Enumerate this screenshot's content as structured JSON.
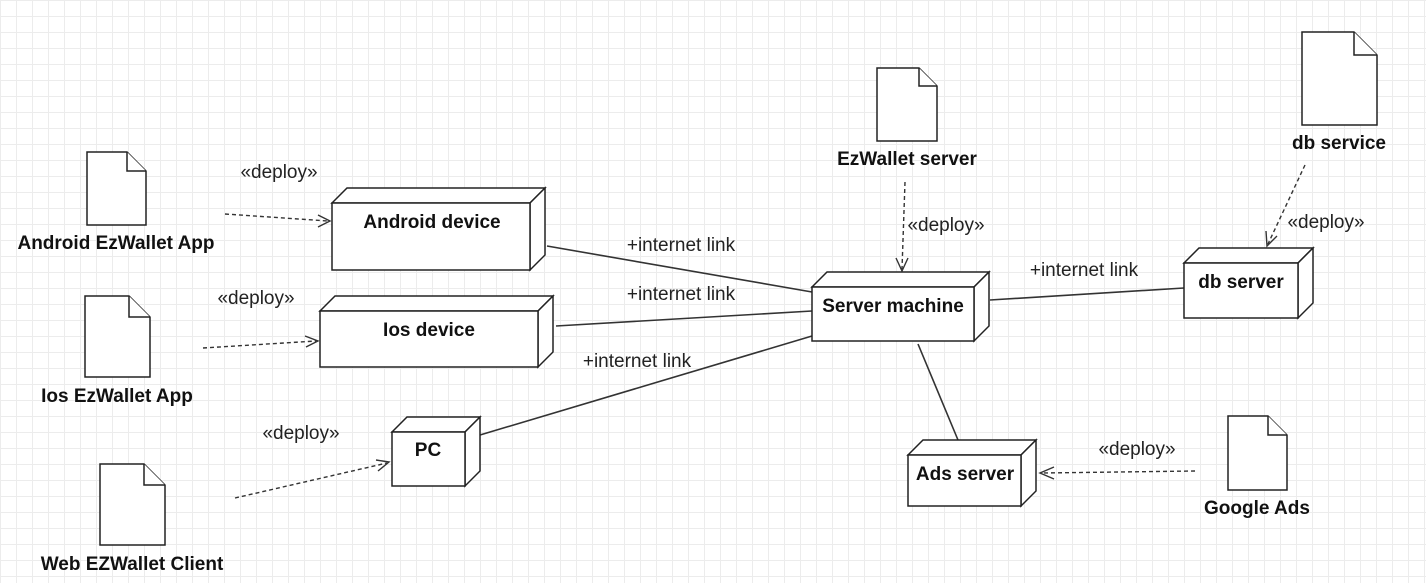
{
  "diagram": {
    "nodes": {
      "android_device": "Android device",
      "ios_device": "Ios device",
      "pc": "PC",
      "server_machine": "Server machine",
      "db_server": "db server",
      "ads_server": "Ads server"
    },
    "artifacts": {
      "android_app": "Android EzWallet App",
      "ios_app": "Ios EzWallet App",
      "web_client": "Web EZWallet Client",
      "ezwallet_server": "EzWallet server",
      "db_service": "db service",
      "google_ads": "Google Ads"
    },
    "labels": {
      "deploy": "«deploy»",
      "internet_link": "+internet link"
    }
  }
}
